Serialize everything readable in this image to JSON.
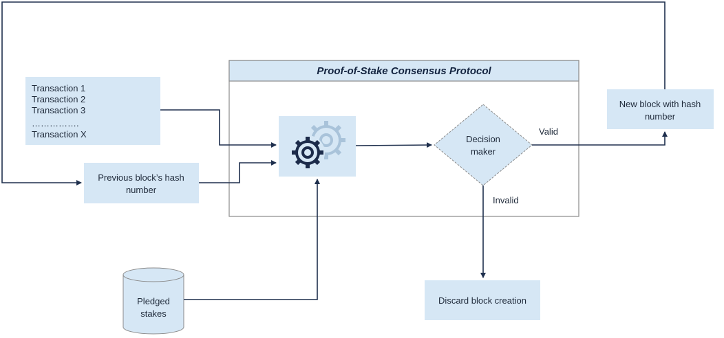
{
  "diagram": {
    "protocol": {
      "title": "Proof-of-Stake Consensus Protocol"
    },
    "transactions": {
      "items": [
        "Transaction 1",
        "Transaction 2",
        "Transaction 3",
        "…………….",
        "Transaction X"
      ]
    },
    "prev_hash": {
      "lines": [
        "Previous block’s hash",
        "number"
      ]
    },
    "decision": {
      "lines": [
        "Decision",
        "maker"
      ]
    },
    "new_block": {
      "lines": [
        "New block with hash",
        "number"
      ]
    },
    "stakes": {
      "lines": [
        "Pledged",
        "stakes"
      ]
    },
    "discard": {
      "label": "Discard block creation"
    },
    "edge_labels": {
      "valid": "Valid",
      "invalid": "Invalid"
    },
    "icon": {
      "name": "gears-icon"
    },
    "colors": {
      "box_fill": "#d6e7f5",
      "line": "#1e2f4d",
      "frame": "#8a8a8a",
      "gear_dark": "#1c2b4a",
      "gear_light": "#a9c3da"
    }
  }
}
